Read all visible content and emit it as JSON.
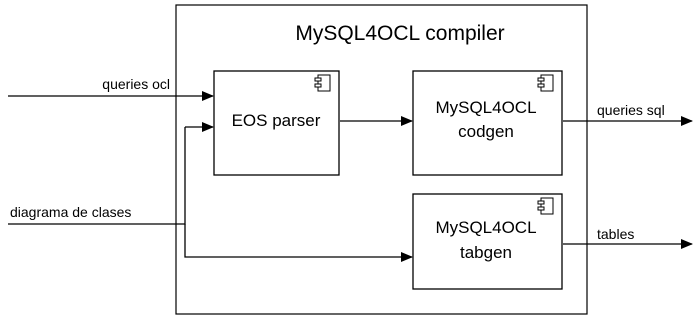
{
  "compiler": {
    "title": "MySQL4OCL compiler",
    "components": [
      {
        "id": "parser",
        "lines": [
          "EOS parser"
        ],
        "icon": "component-icon"
      },
      {
        "id": "codgen",
        "lines": [
          "MySQL4OCL",
          "codgen"
        ],
        "icon": "component-icon"
      },
      {
        "id": "tabgen",
        "lines": [
          "MySQL4OCL",
          "tabgen"
        ],
        "icon": "component-icon"
      }
    ]
  },
  "inputs": {
    "queries_ocl": "queries ocl",
    "class_diagram": "diagrama de clases"
  },
  "outputs": {
    "queries_sql": "queries sql",
    "tables": "tables"
  }
}
